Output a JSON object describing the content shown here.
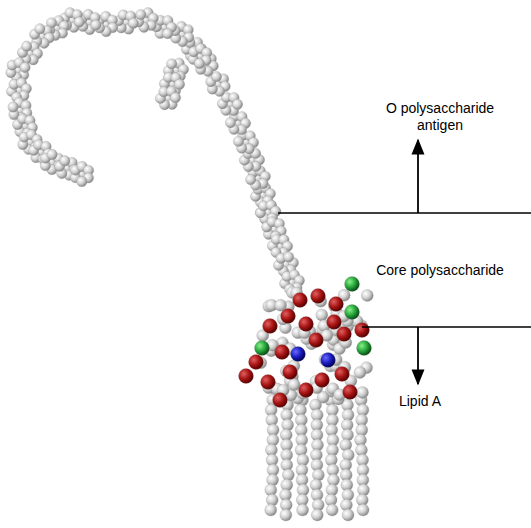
{
  "diagram": {
    "labels": [
      "O polysaccharide antigen",
      "Core polysaccharide",
      "Lipid A"
    ]
  }
}
